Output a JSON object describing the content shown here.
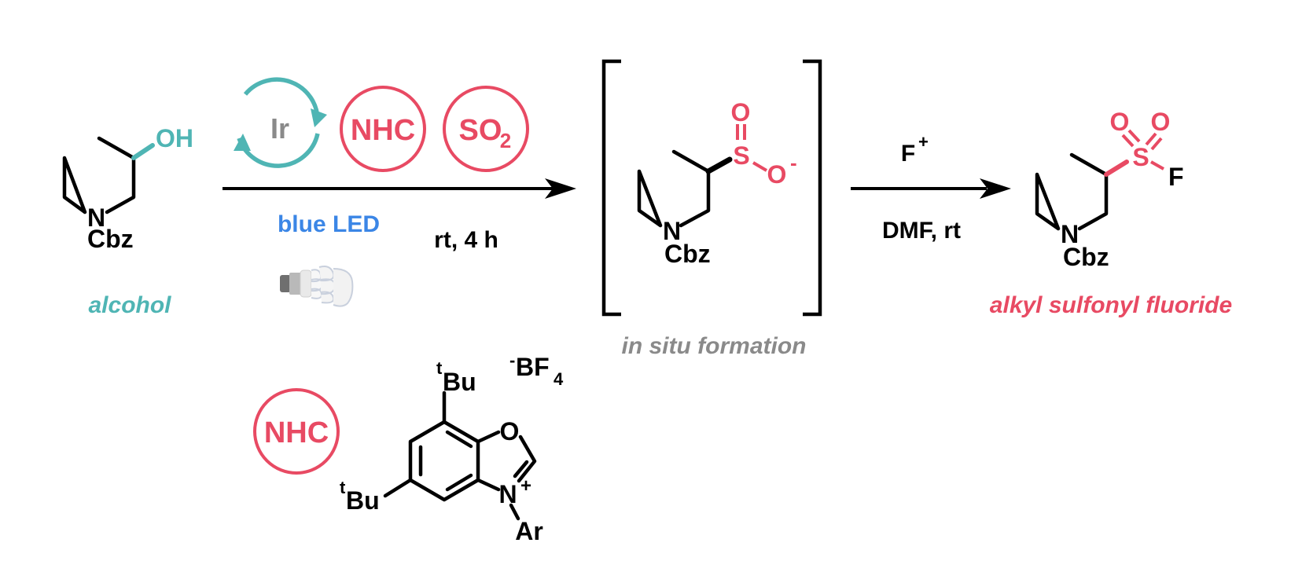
{
  "colors": {
    "teal": "#4fb5b4",
    "red": "#e84a63",
    "blue": "#3b86e6",
    "gray": "#8a8a8a",
    "black": "#000000"
  },
  "start_material": {
    "oh": "OH",
    "n": "N",
    "cbz": "Cbz",
    "label": "alcohol"
  },
  "catalysts": {
    "ir": "Ir",
    "nhc": "NHC",
    "so2_main": "SO",
    "so2_sub": "2",
    "cycle_icon": "cycle-arrows-icon"
  },
  "conditions_1": {
    "light": "blue LED",
    "temp_time": "rt, 4 h",
    "lamp_icon": "light-bulb-icon"
  },
  "intermediate": {
    "o_top": "O",
    "s": "S",
    "o_minus": "O",
    "minus": "-",
    "n": "N",
    "cbz": "Cbz",
    "label": "in situ formation"
  },
  "conditions_2": {
    "reagent": "F",
    "reagent_charge": "+",
    "solvent_temp": "DMF, rt"
  },
  "product": {
    "o1": "O",
    "o2": "O",
    "s": "S",
    "f": "F",
    "n": "N",
    "cbz": "Cbz",
    "label": "alkyl sulfonyl fluoride"
  },
  "nhc_structure": {
    "badge": "NHC",
    "tbu_top_sup": "t",
    "tbu_top": "Bu",
    "counterion_minus": "-",
    "counterion": "BF",
    "counterion_sub": "4",
    "o": "O",
    "n": "N",
    "n_charge": "+",
    "ar": "Ar",
    "tbu_left_sup": "t",
    "tbu_left": "Bu"
  }
}
